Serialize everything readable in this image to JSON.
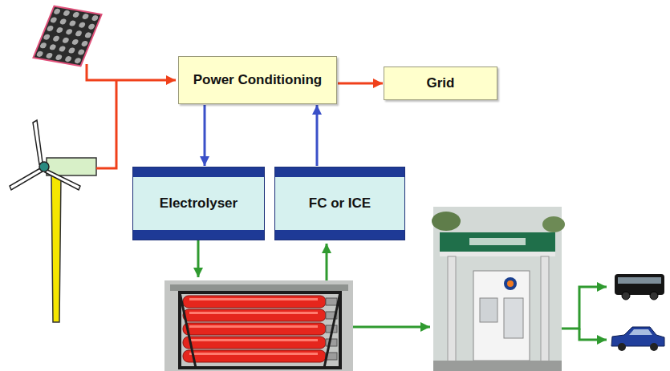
{
  "diagram": {
    "nodes": [
      {
        "text": [
          "Power Conditioning"
        ]
      },
      {
        "text": [
          "Grid"
        ]
      },
      {
        "text": [
          "Electrolyser"
        ]
      },
      {
        "text": [
          "FC or ICE"
        ]
      }
    ],
    "edges": [
      {
        "from": 0,
        "to": 1,
        "arrow": "to"
      },
      {
        "from": 0,
        "to": 2,
        "arrow": "to"
      },
      {
        "from": 3,
        "to": 0,
        "arrow": "to"
      }
    ]
  }
}
